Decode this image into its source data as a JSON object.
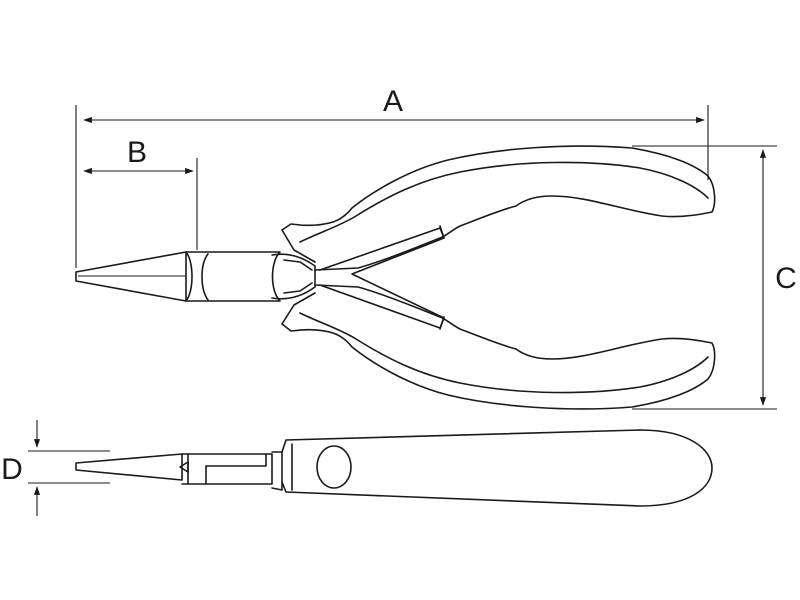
{
  "diagram": {
    "dimension_labels": {
      "A": "A",
      "B": "B",
      "C": "C",
      "D": "D"
    },
    "colors": {
      "line": "#1a1a1a",
      "background": "#ffffff"
    }
  }
}
